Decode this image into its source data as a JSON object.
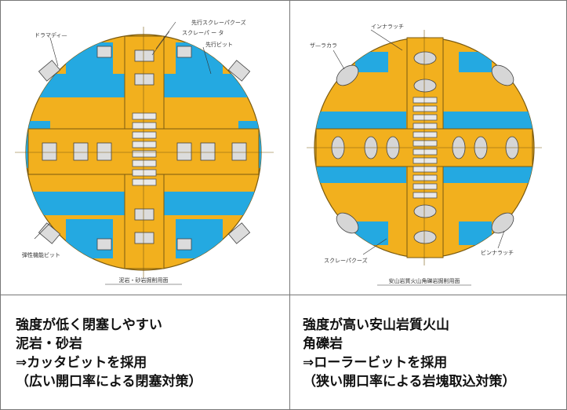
{
  "left": {
    "diagram": {
      "labels": {
        "top_a": "先行スクレーパクーズ",
        "top_b": "スクレーパ ー タ",
        "left_top": "ドラマディ—",
        "right_top": "先行ビット",
        "bottom_left": "弾性機能ビット",
        "title": "泥岩・砂岩掘削用面"
      }
    },
    "caption": {
      "line1": "強度が低く閉塞しやすい",
      "line2": "泥岩・砂岩",
      "line3": "⇒カッタビットを採用",
      "line4": "（広い開口率による閉塞対策）"
    }
  },
  "right": {
    "diagram": {
      "labels": {
        "top_a": "インナラッチ",
        "left_top": "ザ—ラカラ",
        "bottom_left": "スクレーパクーズ",
        "bottom_right": "ビンナラッチ",
        "title": "安山岩質火山角礫岩掘削用面"
      }
    },
    "caption": {
      "line1": "強度が高い安山岩質火山",
      "line2": "角礫岩",
      "line3": "⇒ローラービットを採用",
      "line4": "（狭い開口率による岩塊取込対策）"
    }
  },
  "colors": {
    "wheel": "#f2b01e",
    "opening": "#24a9e1",
    "outline": "#7a5a10",
    "steel": "#9a9a9a"
  }
}
